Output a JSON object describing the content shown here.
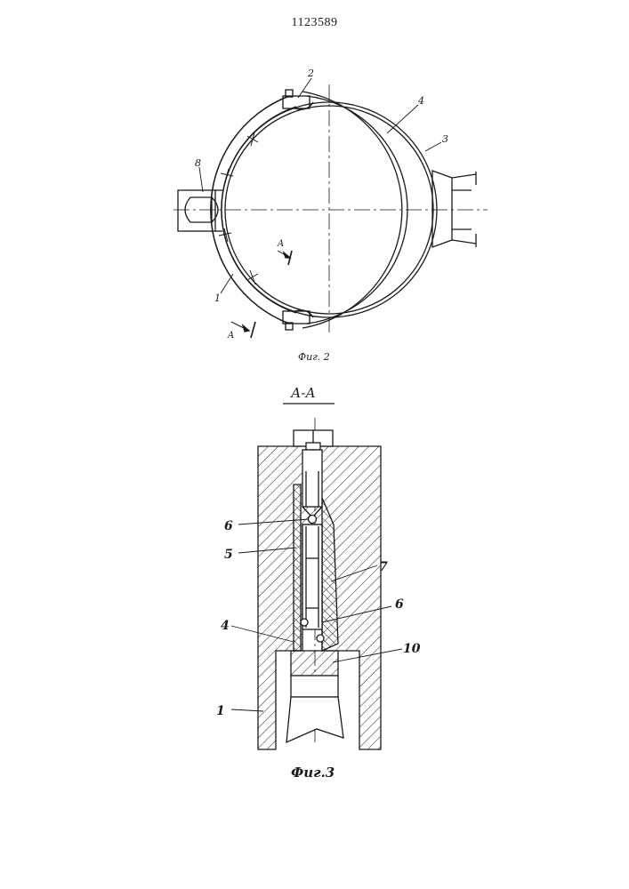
{
  "patent_number": "1123589",
  "figure2": {
    "caption": "Фиг. 2",
    "labels": {
      "l1": "1",
      "l2": "2",
      "l3": "3",
      "l4": "4",
      "l8": "8"
    },
    "section_mark": "A"
  },
  "figure3": {
    "section_title": "А-А",
    "caption": "Фиг.3",
    "labels": {
      "l1": "1",
      "l4": "4",
      "l5": "5",
      "l6a": "6",
      "l6b": "6",
      "l7": "7",
      "l10": "10"
    }
  }
}
